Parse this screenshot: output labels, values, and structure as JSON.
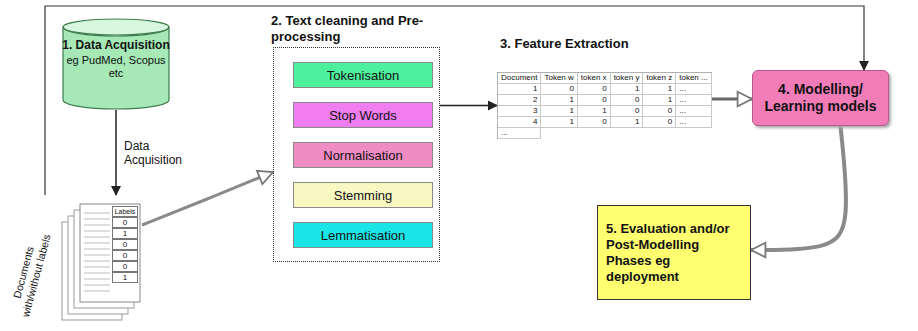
{
  "diagram": {
    "nodes": [
      {
        "text": [
          "1. Data Acquisition",
          "eg PudMed, Scopus etc"
        ]
      },
      {
        "text": [
          "Documents with/without labels"
        ]
      },
      {
        "text": [
          "2. Text cleaning and Pre-processing"
        ]
      },
      {
        "text": [
          "Tokenisation"
        ],
        "in": 2
      },
      {
        "text": [
          "Stop Words"
        ],
        "in": 2
      },
      {
        "text": [
          "Normalisation"
        ],
        "in": 2
      },
      {
        "text": [
          "Stemming"
        ],
        "in": 2
      },
      {
        "text": [
          "Lemmatisation"
        ],
        "in": 2
      },
      {
        "text": [
          "3. Feature Extraction"
        ]
      },
      {
        "text": [
          "4. Modelling/ Learning models"
        ]
      },
      {
        "text": [
          "5. Evaluation and/or Post-Modelling Phases eg deployment"
        ]
      }
    ],
    "edges": [
      {
        "from": 0,
        "to": 1,
        "label": "Data Acquisition",
        "arrow": "to"
      },
      {
        "from": 1,
        "to": 2,
        "arrow": "to"
      },
      {
        "from": 2,
        "to": 8,
        "arrow": "to"
      },
      {
        "from": 8,
        "to": 9,
        "arrow": "to"
      },
      {
        "from": 1,
        "to": 9,
        "arrow": "to"
      },
      {
        "from": 9,
        "to": 10,
        "arrow": "to"
      }
    ],
    "labels": [
      "Labels",
      "0",
      "1",
      "0",
      "0",
      "0",
      "1",
      "Document",
      "Token w",
      "token x",
      "token y",
      "token z",
      "token ...",
      "1",
      "0",
      "0",
      "1",
      "1",
      "...",
      "2",
      "1",
      "0",
      "0",
      "1",
      "...",
      "3",
      "1",
      "1",
      "0",
      "0",
      "...",
      "4",
      "1",
      "0",
      "1",
      "0",
      "...",
      "..."
    ]
  }
}
